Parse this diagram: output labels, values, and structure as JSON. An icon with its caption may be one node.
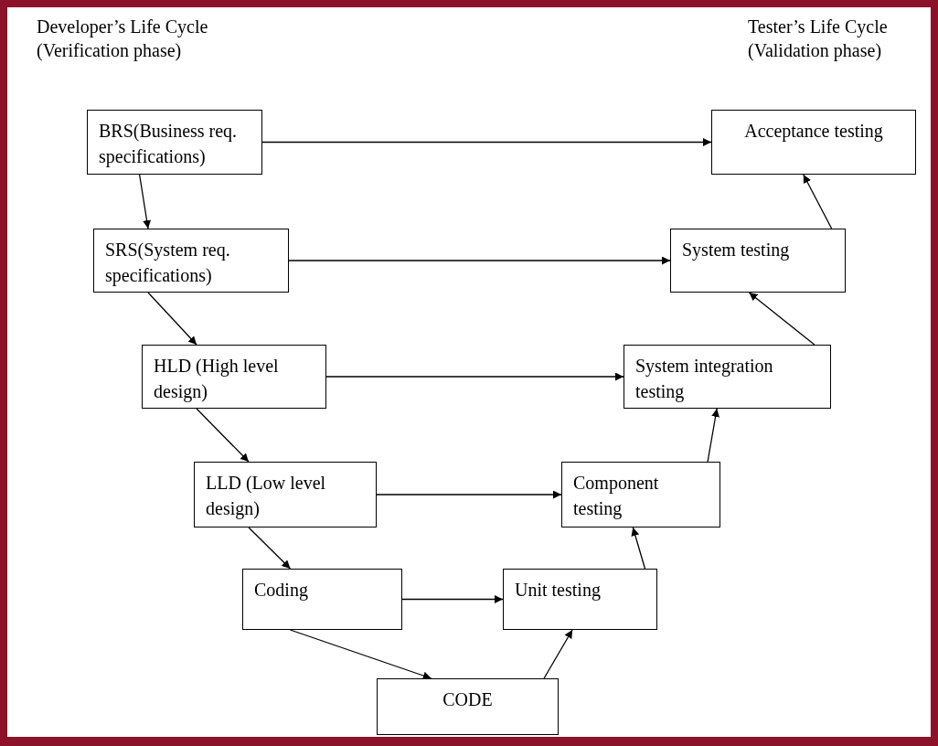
{
  "diagram": {
    "nodes": [
      {
        "text": [
          "BRS(Business req. specifications)"
        ]
      },
      {
        "text": [
          "SRS(System req. specifications)"
        ]
      },
      {
        "text": [
          "HLD (High level design)"
        ]
      },
      {
        "text": [
          "LLD (Low level design)"
        ]
      },
      {
        "text": [
          "Coding"
        ]
      },
      {
        "text": [
          "CODE"
        ]
      },
      {
        "text": [
          "Unit testing"
        ]
      },
      {
        "text": [
          "Component testing"
        ]
      },
      {
        "text": [
          "System integration testing"
        ]
      },
      {
        "text": [
          "System testing"
        ]
      },
      {
        "text": [
          "Acceptance testing"
        ]
      }
    ],
    "edges": [
      {
        "from": 0,
        "to": 1,
        "arrow": "to"
      },
      {
        "from": 1,
        "to": 2,
        "arrow": "to"
      },
      {
        "from": 2,
        "to": 3,
        "arrow": "to"
      },
      {
        "from": 3,
        "to": 4,
        "arrow": "to"
      },
      {
        "from": 4,
        "to": 5,
        "arrow": "to"
      },
      {
        "from": 5,
        "to": 6,
        "arrow": "to"
      },
      {
        "from": 6,
        "to": 7,
        "arrow": "to"
      },
      {
        "from": 7,
        "to": 8,
        "arrow": "to"
      },
      {
        "from": 8,
        "to": 9,
        "arrow": "to"
      },
      {
        "from": 9,
        "to": 10,
        "arrow": "to"
      },
      {
        "from": 0,
        "to": 10,
        "arrow": "to"
      },
      {
        "from": 1,
        "to": 9,
        "arrow": "to"
      },
      {
        "from": 2,
        "to": 8,
        "arrow": "to"
      },
      {
        "from": 3,
        "to": 7,
        "arrow": "to"
      },
      {
        "from": 4,
        "to": 6,
        "arrow": "to"
      }
    ],
    "labels": [
      "Developer’s Life Cycle",
      "(Verification phase)",
      "Tester’s Life Cycle",
      "(Validation phase)"
    ]
  }
}
